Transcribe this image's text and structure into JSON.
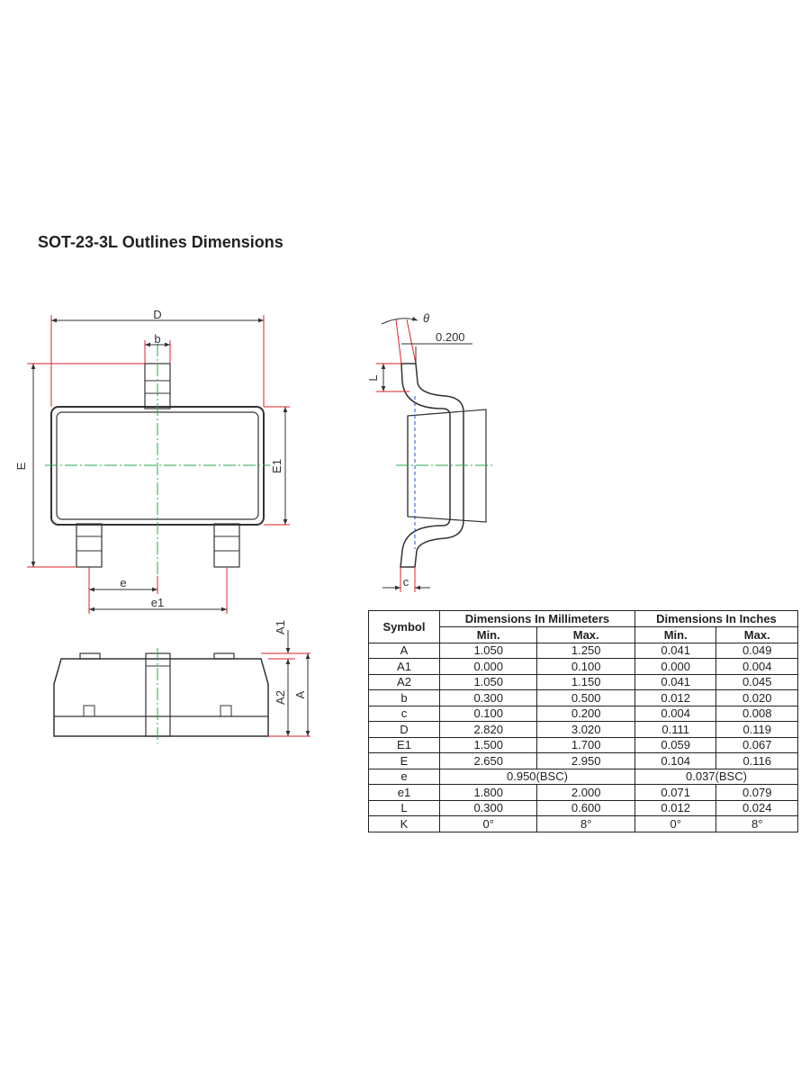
{
  "title": "SOT-23-3L Outlines Dimensions",
  "diagram_labels": {
    "D": "D",
    "b": "b",
    "E": "E",
    "E1": "E1",
    "e": "e",
    "e1": "e1",
    "theta": "θ",
    "coplanarity": "0.200",
    "L": "L",
    "c": "c",
    "A1": "A1",
    "A2": "A2",
    "A": "A"
  },
  "colors": {
    "outline": "#333333",
    "dimension": "#e0202a",
    "centerline": "#2aa84a",
    "hidden": "#2a4fd0"
  },
  "table": {
    "symbol_header": "Symbol",
    "mm_header": "Dimensions In Millimeters",
    "inch_header": "Dimensions In Inches",
    "min_label": "Min.",
    "max_label": "Max.",
    "rows": [
      {
        "symbol": "A",
        "mm_min": "1.050",
        "mm_max": "1.250",
        "in_min": "0.041",
        "in_max": "0.049"
      },
      {
        "symbol": "A1",
        "mm_min": "0.000",
        "mm_max": "0.100",
        "in_min": "0.000",
        "in_max": "0.004"
      },
      {
        "symbol": "A2",
        "mm_min": "1.050",
        "mm_max": "1.150",
        "in_min": "0.041",
        "in_max": "0.045"
      },
      {
        "symbol": "b",
        "mm_min": "0.300",
        "mm_max": "0.500",
        "in_min": "0.012",
        "in_max": "0.020"
      },
      {
        "symbol": "c",
        "mm_min": "0.100",
        "mm_max": "0.200",
        "in_min": "0.004",
        "in_max": "0.008"
      },
      {
        "symbol": "D",
        "mm_min": "2.820",
        "mm_max": "3.020",
        "in_min": "0.111",
        "in_max": "0.119"
      },
      {
        "symbol": "E1",
        "mm_min": "1.500",
        "mm_max": "1.700",
        "in_min": "0.059",
        "in_max": "0.067"
      },
      {
        "symbol": "E",
        "mm_min": "2.650",
        "mm_max": "2.950",
        "in_min": "0.104",
        "in_max": "0.116"
      },
      {
        "symbol": "e",
        "mm_bsc": "0.950(BSC)",
        "in_bsc": "0.037(BSC)"
      },
      {
        "symbol": "e1",
        "mm_min": "1.800",
        "mm_max": "2.000",
        "in_min": "0.071",
        "in_max": "0.079"
      },
      {
        "symbol": "L",
        "mm_min": "0.300",
        "mm_max": "0.600",
        "in_min": "0.012",
        "in_max": "0.024"
      },
      {
        "symbol": "K",
        "mm_min": "0°",
        "mm_max": "8°",
        "in_min": "0°",
        "in_max": "8°"
      }
    ]
  }
}
